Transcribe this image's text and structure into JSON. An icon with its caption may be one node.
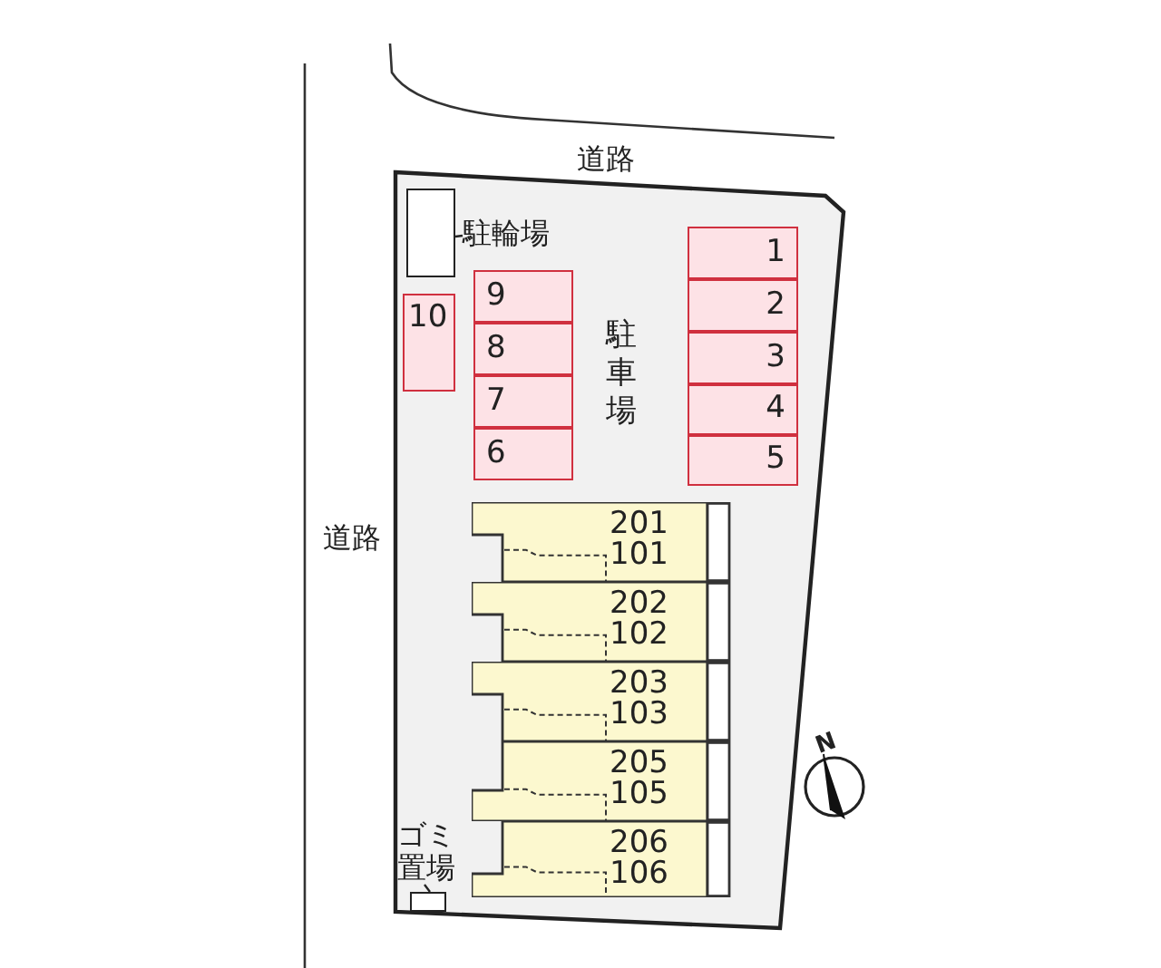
{
  "diagram": {
    "nodes": [
      {
        "text": [
          "駐輪場"
        ]
      },
      {
        "text": [],
        "shape": "box"
      },
      {
        "text": [
          "1"
        ]
      },
      {
        "text": [
          "2"
        ]
      },
      {
        "text": [
          "3"
        ]
      },
      {
        "text": [
          "4"
        ]
      },
      {
        "text": [
          "5"
        ]
      },
      {
        "text": [
          "6"
        ]
      },
      {
        "text": [
          "7"
        ]
      },
      {
        "text": [
          "8"
        ]
      },
      {
        "text": [
          "9"
        ]
      },
      {
        "text": [
          "10"
        ]
      },
      {
        "text": [
          "201",
          "101"
        ]
      },
      {
        "text": [
          "202",
          "102"
        ]
      },
      {
        "text": [
          "203",
          "103"
        ]
      },
      {
        "text": [
          "205",
          "105"
        ]
      },
      {
        "text": [
          "206",
          "106"
        ]
      },
      {
        "text": [
          "ゴミ置場"
        ]
      },
      {
        "text": [],
        "shape": "box"
      }
    ],
    "edges": [
      {
        "from": 0,
        "to": 1,
        "arrow": "none"
      },
      {
        "from": 17,
        "to": 18,
        "arrow": "none"
      }
    ],
    "labels": [
      "道路",
      "道路",
      "駐車場",
      "N"
    ]
  }
}
